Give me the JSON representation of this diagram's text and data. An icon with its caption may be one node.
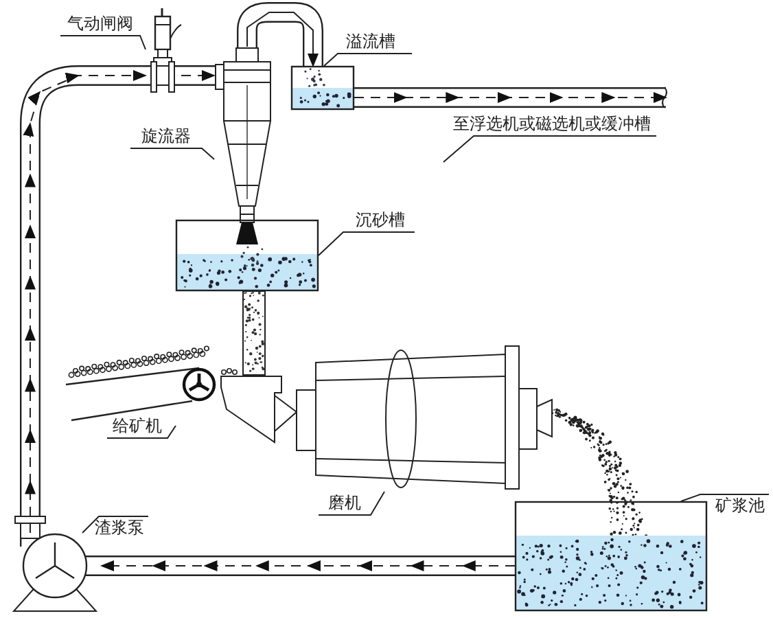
{
  "diagram": {
    "nodes": [
      {
        "text": [
          "气动闸阀"
        ]
      },
      {
        "text": [],
        "shape": "valve"
      },
      {
        "text": [
          "旋流器"
        ]
      },
      {
        "text": [],
        "shape": "cone"
      },
      {
        "text": [
          "溢流槽"
        ]
      },
      {
        "text": [],
        "shape": "box"
      },
      {
        "text": [
          "至浮选机或磁选机或缓冲槽"
        ]
      },
      {
        "text": [
          "沉砂槽"
        ]
      },
      {
        "text": [],
        "shape": "box"
      },
      {
        "text": [
          "给矿机"
        ]
      },
      {
        "text": [],
        "shape": "conveyor"
      },
      {
        "text": [
          "磨机"
        ]
      },
      {
        "text": [],
        "shape": "cylinder"
      },
      {
        "text": [
          "矿浆池"
        ]
      },
      {
        "text": [],
        "shape": "box"
      },
      {
        "text": [
          "渣浆泵"
        ]
      },
      {
        "text": [],
        "shape": "pump"
      }
    ],
    "edges": [
      {
        "from": 0,
        "to": 1,
        "arrow": "none"
      },
      {
        "from": 2,
        "to": 3,
        "arrow": "none"
      },
      {
        "from": 4,
        "to": 5,
        "arrow": "none"
      },
      {
        "from": 6,
        "to": null,
        "arrow": "none"
      },
      {
        "from": 7,
        "to": 8,
        "arrow": "none"
      },
      {
        "from": 9,
        "to": 10,
        "arrow": "none"
      },
      {
        "from": 11,
        "to": 12,
        "arrow": "none"
      },
      {
        "from": 13,
        "to": 14,
        "arrow": "none"
      },
      {
        "from": 15,
        "to": 16,
        "arrow": "none"
      },
      {
        "from": 16,
        "to": 1,
        "arrow": "to",
        "style": "dashed"
      },
      {
        "from": 1,
        "to": 3,
        "arrow": "to",
        "style": "dashed"
      },
      {
        "from": 3,
        "to": 5,
        "arrow": "to"
      },
      {
        "from": 5,
        "to": 6,
        "arrow": "to",
        "style": "dashed"
      },
      {
        "from": 14,
        "to": 16,
        "arrow": "to",
        "style": "dashed"
      }
    ]
  }
}
